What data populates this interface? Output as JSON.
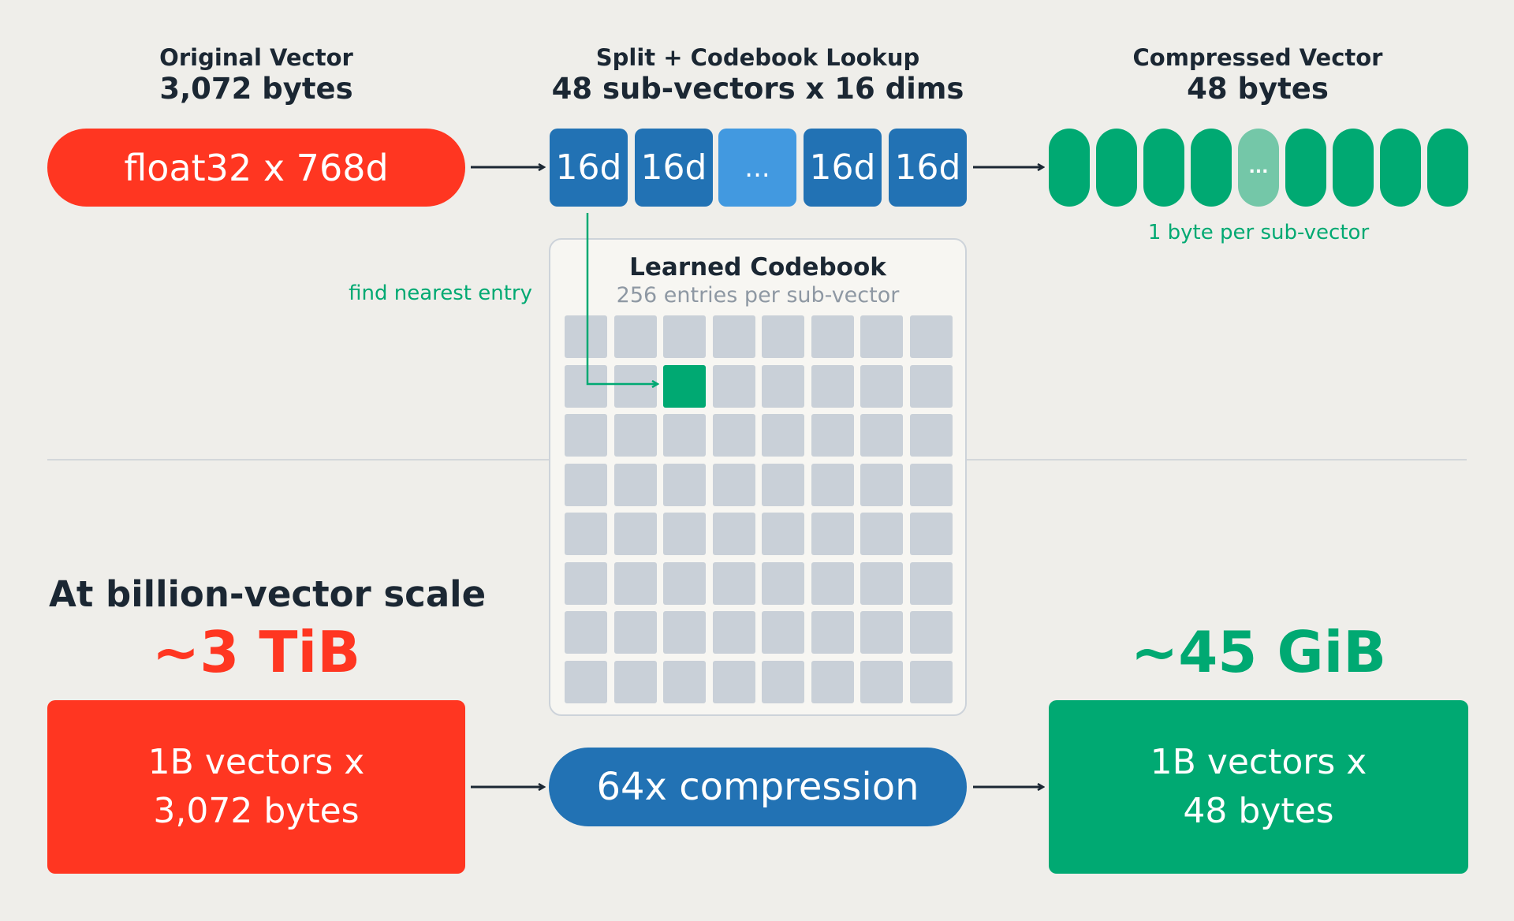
{
  "original": {
    "title": "Original Vector",
    "size": "3,072 bytes",
    "vector_label": "float32 x 768d"
  },
  "split": {
    "title": "Split + Codebook Lookup",
    "detail": "48 sub-vectors x 16 dims",
    "segments": [
      "16d",
      "16d",
      "...",
      "16d",
      "16d"
    ]
  },
  "compressed": {
    "title": "Compressed Vector",
    "size": "48 bytes",
    "ellipsis": "...",
    "note": "1 byte per sub-vector"
  },
  "lookup_note": "find nearest entry",
  "codebook": {
    "title": "Learned Codebook",
    "subtitle": "256 entries per sub-vector"
  },
  "scale": {
    "title": "At billion-vector scale",
    "original_total": "~3 TiB",
    "compressed_total": "~45 GiB",
    "original_box": [
      "1B vectors x",
      "3,072 bytes"
    ],
    "compression_label": "64x compression",
    "compressed_box": [
      "1B vectors x",
      "48 bytes"
    ]
  },
  "colors": {
    "red": "#FF3621",
    "blue": "#2272B4",
    "light_blue": "#4299E0",
    "green": "#00A972",
    "light_green": "#74C7A8",
    "grid_cell": "#C9D0D8",
    "background": "#EFEEEA",
    "text_dark": "#1B2733"
  }
}
